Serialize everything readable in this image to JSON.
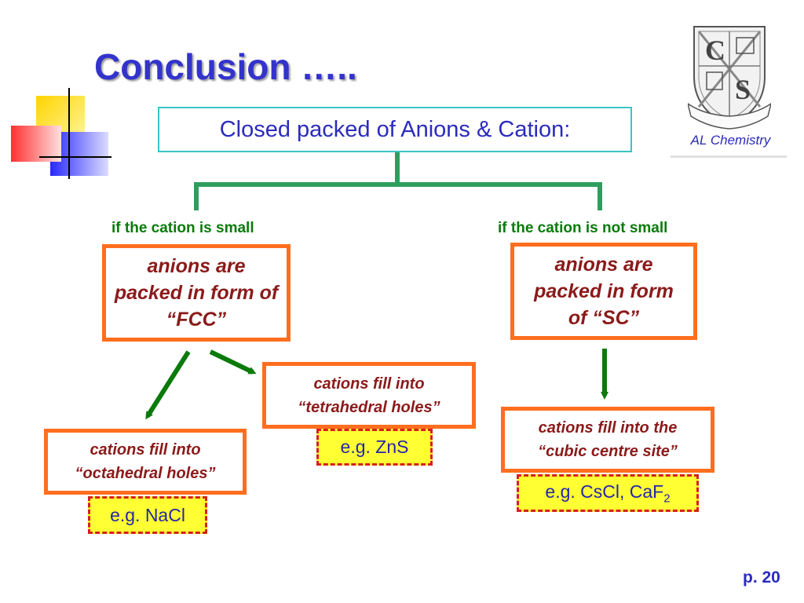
{
  "title": "Conclusion …..",
  "logo": {
    "letters": [
      "C",
      "S"
    ],
    "caption": "AL Chemistry"
  },
  "diagram": {
    "root": "Closed packed of Anions & Cation:",
    "left": {
      "condition": "if the cation is small",
      "packing": "anions are packed in form of “FCC”",
      "octahedral": {
        "text": "cations fill into “octahedral holes”",
        "example": "e.g. NaCl"
      },
      "tetrahedral": {
        "text": "cations fill into “tetrahedral holes”",
        "example": "e.g. ZnS"
      }
    },
    "right": {
      "condition": "if the cation is not small",
      "packing": "anions are packed in form of “SC”",
      "cubic": {
        "text": "cations fill into the “cubic centre site”",
        "example_main": "e.g. CsCl, CaF",
        "example_sub": "2"
      }
    }
  },
  "page_number": "p. 20",
  "colors": {
    "title": "#3333cc",
    "box_border": "#ff6e1e",
    "connector": "#2e9e5e",
    "arrow": "#0a7a0a",
    "example_fill": "#ffff33",
    "example_border": "#d61f1f"
  }
}
